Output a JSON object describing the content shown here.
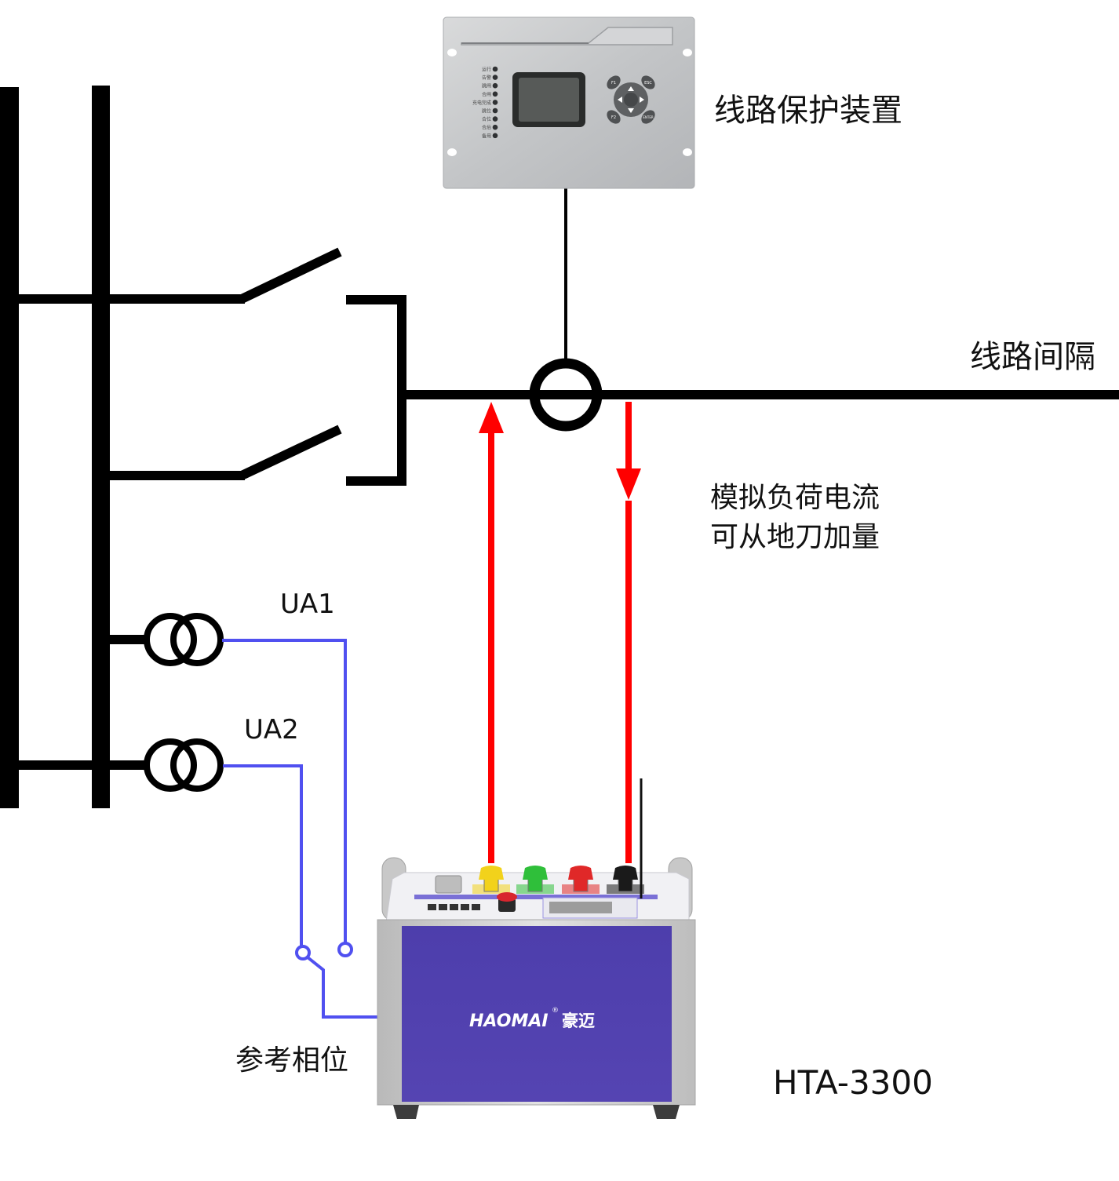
{
  "labels": {
    "protection_device": "线路保护装置",
    "line_bay": "线路间隔",
    "simulated_load_line1": "模拟负荷电流",
    "simulated_load_line2": "可从地刀加量",
    "ua1": "UA1",
    "ua2": "UA2",
    "reference_phase": "参考相位",
    "model": "HTA-3300"
  },
  "relay": {
    "leds": [
      "运行",
      "告警",
      "跳闸",
      "合闸",
      "充电完成",
      "跳位",
      "合位",
      "合后",
      "备用"
    ],
    "keys": {
      "f1": "F1",
      "esc": "ESC",
      "f2": "F2",
      "enter": "ENTER"
    }
  },
  "tester": {
    "brand": "HAOMAI",
    "brand_cn": "豪迈",
    "registered": "®",
    "terminals": [
      {
        "name": "yellow",
        "color": "#f2d21b"
      },
      {
        "name": "green",
        "color": "#2fbf3a"
      },
      {
        "name": "red",
        "color": "#e02828"
      },
      {
        "name": "black",
        "color": "#1a1a1a"
      }
    ]
  },
  "colors": {
    "wire": "#000000",
    "current": "#ff0000",
    "voltage": "#5050f0",
    "panel": "#5040b0",
    "housing": "#cfcfcf"
  }
}
